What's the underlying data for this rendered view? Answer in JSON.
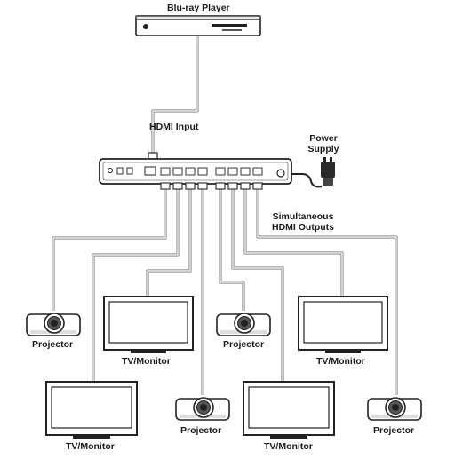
{
  "source": {
    "label": "Blu-ray Player",
    "icon": "blu-ray-player-icon"
  },
  "input_label": "HDMI Input",
  "power": {
    "label_line1": "Power",
    "label_line2": "Supply",
    "icon": "power-adapter-icon"
  },
  "splitter": {
    "icon": "hdmi-splitter-icon",
    "output_ports": 8
  },
  "outputs_label_line1": "Simultaneous",
  "outputs_label_line2": "HDMI Outputs",
  "devices": [
    {
      "id": "projector-1",
      "type": "projector",
      "label": "Projector"
    },
    {
      "id": "monitor-1",
      "type": "monitor",
      "label": "TV/Monitor"
    },
    {
      "id": "monitor-2",
      "type": "monitor",
      "label": "TV/Monitor"
    },
    {
      "id": "projector-2",
      "type": "projector",
      "label": "Projector"
    },
    {
      "id": "projector-3",
      "type": "projector",
      "label": "Projector"
    },
    {
      "id": "monitor-3",
      "type": "monitor",
      "label": "TV/Monitor"
    },
    {
      "id": "monitor-4",
      "type": "monitor",
      "label": "TV/Monitor"
    },
    {
      "id": "projector-4",
      "type": "projector",
      "label": "Projector"
    }
  ]
}
